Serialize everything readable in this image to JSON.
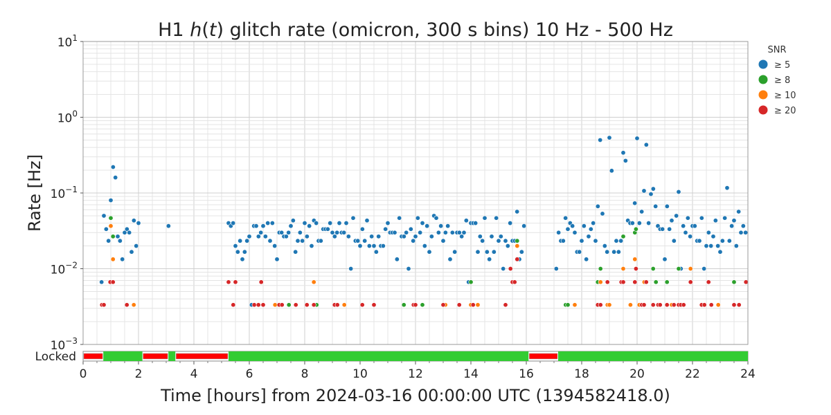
{
  "chart_data": {
    "type": "scatter",
    "title_prefix": "H1 ",
    "title_italic_h": "h",
    "title_paren_open": "(",
    "title_italic_t": "t",
    "title_suffix": ") glitch rate (omicron, 300 s bins) 10 Hz - 500 Hz",
    "xlabel": "Time [hours] from 2024-03-16 00:00:00 UTC (1394582418.0)",
    "ylabel": "Rate [Hz]",
    "xlim": [
      0,
      24
    ],
    "ylim": [
      0.001,
      10
    ],
    "yscale": "log",
    "grid": true,
    "bin_seconds": 300,
    "x_ticks": [
      "0",
      "2",
      "4",
      "6",
      "8",
      "10",
      "12",
      "14",
      "16",
      "18",
      "20",
      "22",
      "24"
    ],
    "y_ticks": [
      {
        "base": "10",
        "exp": "1"
      },
      {
        "base": "10",
        "exp": "0"
      },
      {
        "base": "10",
        "exp": "−1"
      },
      {
        "base": "10",
        "exp": "−2"
      },
      {
        "base": "10",
        "exp": "−3"
      }
    ],
    "legend": {
      "title": "SNR",
      "position": "right-outside",
      "entries": [
        {
          "label": "≥ 5",
          "color": "#1f77b4"
        },
        {
          "label": "≥ 8",
          "color": "#2ca02c"
        },
        {
          "label": "≥ 10",
          "color": "#ff7f0e"
        },
        {
          "label": "≥ 20",
          "color": "#d62728"
        }
      ]
    },
    "series": [
      {
        "name": "SNR ≥ 5",
        "color": "#1f77b4",
        "segments": [
          {
            "start_hour": 0.667,
            "counts": [
              2,
              15,
              10,
              7,
              24,
              66,
              48,
              8,
              7,
              4,
              9,
              10,
              9,
              5,
              13,
              6,
              12
            ]
          },
          {
            "start_hour": 3.083,
            "counts": [
              11
            ]
          },
          {
            "start_hour": 5.25,
            "counts": [
              12,
              11,
              12,
              6,
              5,
              7,
              4,
              5,
              7,
              8,
              1,
              11,
              11,
              8,
              9,
              11,
              8,
              12,
              7,
              12,
              6,
              4,
              9,
              9,
              8,
              8,
              9,
              11,
              13,
              5,
              7,
              9,
              7
            ]
          },
          {
            "start_hour": 8.0,
            "counts": [
              12,
              8,
              11,
              6,
              13,
              12,
              7,
              7,
              10,
              10,
              10,
              12,
              9,
              8,
              9,
              12,
              9,
              9,
              12,
              8,
              3,
              14,
              7,
              7,
              6,
              10,
              7,
              13,
              6,
              8,
              6,
              5,
              8,
              6,
              6,
              10,
              12,
              9,
              9,
              9,
              4,
              14,
              8,
              8,
              9,
              3,
              10,
              7,
              8,
              14,
              9,
              12,
              6,
              11,
              5,
              8,
              15,
              14,
              9,
              11,
              7,
              9,
              11,
              4,
              9,
              5,
              9,
              9,
              8,
              9,
              13,
              2,
              12,
              12,
              12,
              5,
              8,
              7,
              14,
              5,
              4,
              8,
              5,
              14,
              7,
              8,
              3,
              7,
              6,
              12,
              7,
              7,
              17,
              4,
              5,
              11
            ]
          },
          {
            "start_hour": 17.083,
            "counts": [
              3,
              9,
              7,
              7,
              14,
              10,
              12,
              11,
              9,
              5,
              5,
              7,
              11,
              4,
              8,
              10,
              12,
              7,
              20,
              150,
              16,
              6,
              5,
              161,
              59,
              5,
              7,
              5,
              7,
              102,
              80,
              13,
              12,
              12,
              22,
              158,
              12,
              17,
              32,
              130,
              12,
              29,
              34,
              20,
              11,
              10,
              10,
              4,
              20,
              10,
              13,
              7,
              15,
              31,
              3,
              11,
              9,
              14,
              8,
              11,
              11,
              7,
              7,
              14,
              3,
              6,
              9,
              6,
              8,
              13,
              6,
              5,
              7,
              14,
              35,
              7,
              11,
              13,
              6,
              17,
              9,
              11,
              9
            ]
          }
        ]
      },
      {
        "name": "SNR ≥ 8",
        "color": "#2ca02c",
        "points": [
          [
            1.0,
            14
          ],
          [
            1.08,
            8
          ],
          [
            7.43,
            1
          ],
          [
            8.43,
            1
          ],
          [
            11.58,
            1
          ],
          [
            12.25,
            1
          ],
          [
            14.0,
            2
          ],
          [
            15.67,
            7
          ],
          [
            17.42,
            1
          ],
          [
            17.5,
            1
          ],
          [
            18.58,
            2
          ],
          [
            18.68,
            3
          ],
          [
            19.5,
            8
          ],
          [
            19.92,
            9
          ],
          [
            19.96,
            10
          ],
          [
            20.58,
            3
          ],
          [
            20.68,
            2
          ],
          [
            21.08,
            2
          ],
          [
            21.5,
            3
          ],
          [
            23.5,
            2
          ]
        ]
      },
      {
        "name": "SNR ≥ 10",
        "color": "#ff7f0e",
        "points": [
          [
            1.0,
            11
          ],
          [
            1.08,
            4
          ],
          [
            1.83,
            1
          ],
          [
            6.93,
            1
          ],
          [
            8.33,
            2
          ],
          [
            9.43,
            1
          ],
          [
            13.08,
            1
          ],
          [
            14.0,
            1
          ],
          [
            14.25,
            1
          ],
          [
            15.67,
            6
          ],
          [
            17.75,
            1
          ],
          [
            18.68,
            2
          ],
          [
            18.93,
            1
          ],
          [
            19.0,
            1
          ],
          [
            19.5,
            3
          ],
          [
            19.76,
            1
          ],
          [
            19.92,
            4
          ],
          [
            20.08,
            1
          ],
          [
            20.26,
            2
          ],
          [
            21.25,
            1
          ],
          [
            21.93,
            3
          ],
          [
            22.93,
            1
          ]
        ]
      },
      {
        "name": "SNR ≥ 20",
        "color": "#d62728",
        "points": [
          [
            0.68,
            1
          ],
          [
            0.75,
            1
          ],
          [
            0.98,
            2
          ],
          [
            1.08,
            2
          ],
          [
            1.58,
            1
          ],
          [
            5.25,
            2
          ],
          [
            5.42,
            1
          ],
          [
            5.5,
            2
          ],
          [
            6.18,
            1
          ],
          [
            6.33,
            1
          ],
          [
            6.43,
            2
          ],
          [
            6.5,
            1
          ],
          [
            7.08,
            1
          ],
          [
            7.18,
            1
          ],
          [
            7.68,
            1
          ],
          [
            8.08,
            1
          ],
          [
            8.33,
            1
          ],
          [
            9.08,
            1
          ],
          [
            9.18,
            1
          ],
          [
            10.08,
            1
          ],
          [
            10.5,
            1
          ],
          [
            11.93,
            1
          ],
          [
            12.0,
            1
          ],
          [
            13.0,
            1
          ],
          [
            13.58,
            1
          ],
          [
            14.08,
            1
          ],
          [
            15.25,
            1
          ],
          [
            15.43,
            3
          ],
          [
            15.5,
            2
          ],
          [
            15.58,
            2
          ],
          [
            15.67,
            4
          ],
          [
            18.58,
            1
          ],
          [
            18.68,
            1
          ],
          [
            18.93,
            2
          ],
          [
            19.43,
            2
          ],
          [
            19.5,
            2
          ],
          [
            19.92,
            2
          ],
          [
            19.96,
            3
          ],
          [
            20.17,
            1
          ],
          [
            20.25,
            1
          ],
          [
            20.33,
            2
          ],
          [
            20.58,
            1
          ],
          [
            20.76,
            1
          ],
          [
            20.83,
            1
          ],
          [
            21.08,
            1
          ],
          [
            21.33,
            1
          ],
          [
            21.5,
            1
          ],
          [
            21.58,
            1
          ],
          [
            21.68,
            1
          ],
          [
            21.93,
            2
          ],
          [
            22.33,
            1
          ],
          [
            22.43,
            1
          ],
          [
            22.58,
            2
          ],
          [
            22.68,
            1
          ],
          [
            23.5,
            1
          ],
          [
            23.68,
            1
          ],
          [
            23.93,
            2
          ]
        ]
      }
    ],
    "state_bar": {
      "label": "Locked",
      "segments": [
        {
          "start": 0,
          "end": 0.73,
          "locked": false
        },
        {
          "start": 0.73,
          "end": 2.14,
          "locked": true
        },
        {
          "start": 2.14,
          "end": 3.08,
          "locked": false
        },
        {
          "start": 3.08,
          "end": 3.33,
          "locked": true
        },
        {
          "start": 3.33,
          "end": 5.25,
          "locked": false
        },
        {
          "start": 5.25,
          "end": 16.08,
          "locked": true
        },
        {
          "start": 16.08,
          "end": 17.15,
          "locked": false
        },
        {
          "start": 17.15,
          "end": 24,
          "locked": true
        }
      ],
      "colors": {
        "locked": "#33cc33",
        "unlocked": "#ff0000"
      }
    }
  }
}
